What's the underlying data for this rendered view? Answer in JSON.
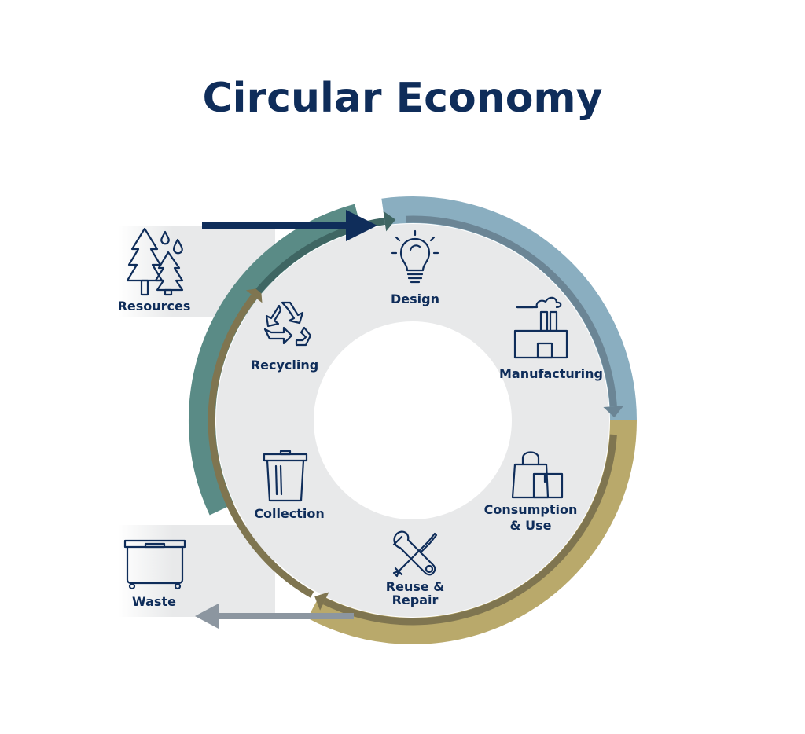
{
  "title": "Circular Economy",
  "stages": {
    "design": "Design",
    "manufacturing": "Manufacturing",
    "consumption_line1": "Consumption",
    "consumption_line2": "& Use",
    "reuse_line1": "Reuse &",
    "reuse_line2": "Repair",
    "collection": "Collection",
    "recycling": "Recycling"
  },
  "inputs": {
    "resources": "Resources",
    "waste": "Waste"
  },
  "icons": {
    "design": "lightbulb-icon",
    "manufacturing": "factory-icon",
    "consumption": "shopping-bag-icon",
    "reuse": "wrench-screwdriver-icon",
    "collection": "trash-can-icon",
    "recycling": "recycle-icon",
    "resources": "trees-water-icon",
    "waste": "dumpster-icon"
  },
  "colors": {
    "title": "#0f2d5a",
    "ring_top_right": "#8aaec0",
    "ring_bottom": "#b9a96b",
    "ring_left": "#5a8b86",
    "inner_disc": "#e8e9ea",
    "resources_arrow": "#0f2d5a",
    "waste_arrow": "#8c96a0"
  }
}
